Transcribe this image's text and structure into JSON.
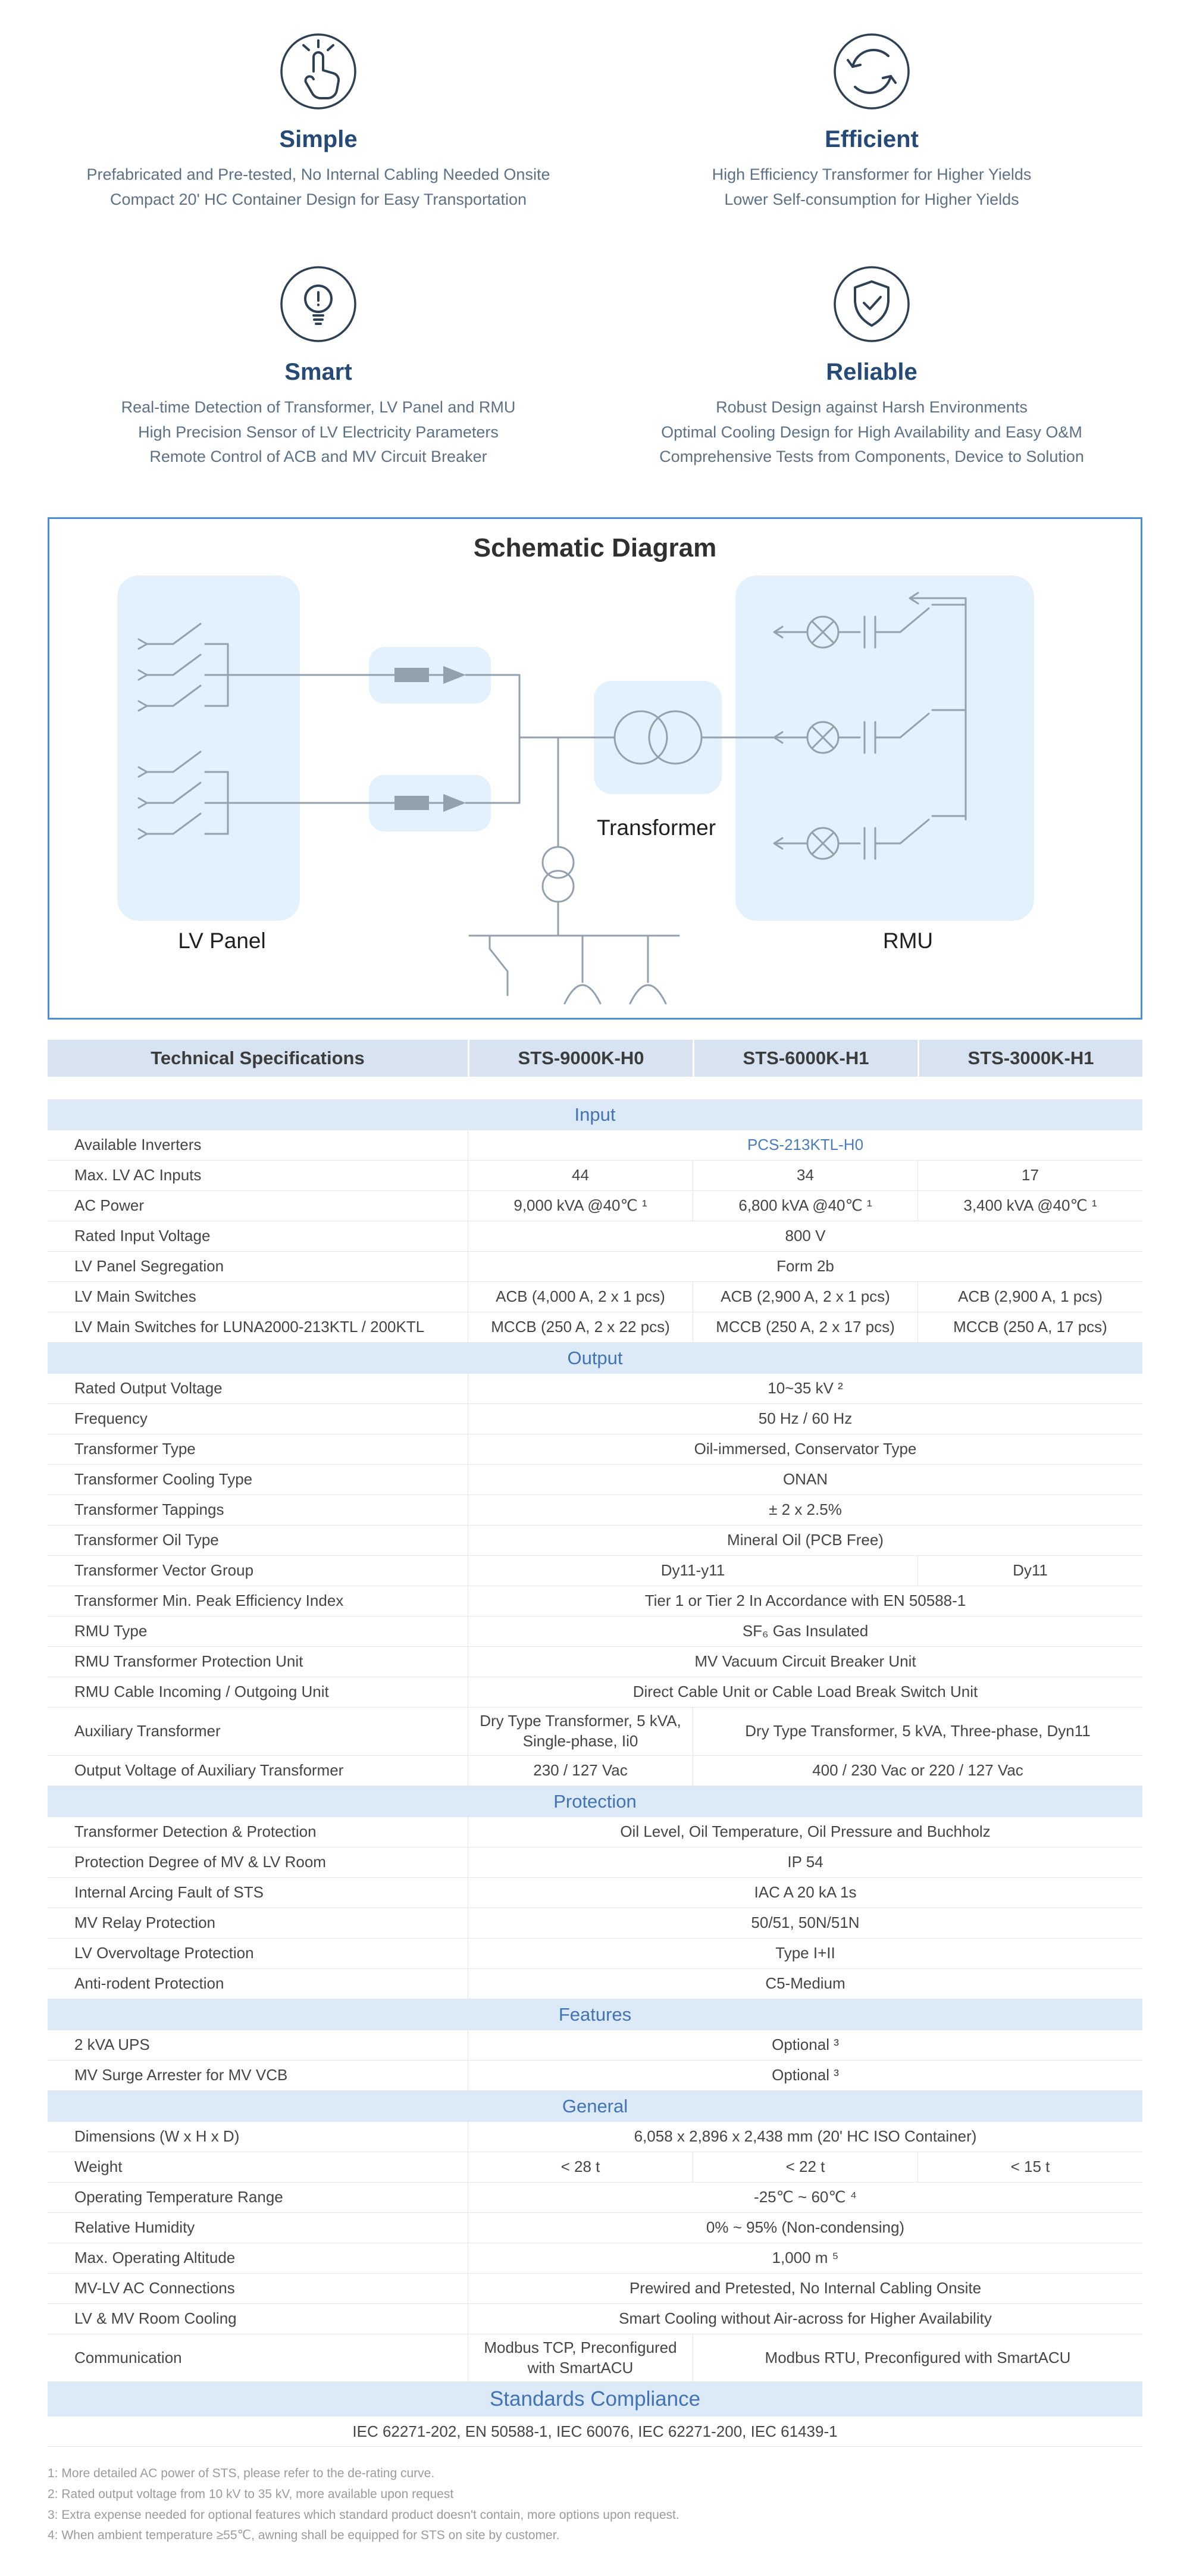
{
  "features": [
    {
      "icon": "tap-icon",
      "title": "Simple",
      "lines": [
        "Prefabricated and Pre-tested, No Internal Cabling Needed Onsite",
        "Compact 20' HC Container Design for Easy Transportation"
      ]
    },
    {
      "icon": "cycle-icon",
      "title": "Efficient",
      "lines": [
        "High Efficiency Transformer for Higher Yields",
        "Lower Self-consumption for Higher Yields"
      ]
    },
    {
      "icon": "bulb-icon",
      "title": "Smart",
      "lines": [
        "Real-time Detection of Transformer, LV Panel and RMU",
        "High Precision Sensor of LV Electricity Parameters",
        "Remote Control of ACB and MV Circuit Breaker"
      ]
    },
    {
      "icon": "shield-check-icon",
      "title": "Reliable",
      "lines": [
        "Robust Design against Harsh Environments",
        "Optimal Cooling Design for High Availability and Easy O&M",
        "Comprehensive Tests from Components, Device to Solution"
      ]
    }
  ],
  "schematic": {
    "title": "Schematic Diagram",
    "labels": {
      "lv_panel": "LV Panel",
      "transformer": "Transformer",
      "rmu": "RMU"
    }
  },
  "table": {
    "header": [
      "Technical Specifications",
      "STS-9000K-H0",
      "STS-6000K-H1",
      "STS-3000K-H1"
    ],
    "sections": [
      {
        "title": "Input",
        "rows": [
          {
            "label": "Available Inverters",
            "cells": [
              {
                "text": "PCS-213KTL-H0",
                "span": 3,
                "link": true
              }
            ]
          },
          {
            "label": "Max. LV AC Inputs",
            "cells": [
              {
                "text": "44"
              },
              {
                "text": "34"
              },
              {
                "text": "17"
              }
            ]
          },
          {
            "label": "AC Power",
            "cells": [
              {
                "text": "9,000 kVA @40℃ ¹"
              },
              {
                "text": "6,800 kVA @40℃ ¹"
              },
              {
                "text": "3,400 kVA @40℃ ¹"
              }
            ]
          },
          {
            "label": "Rated Input Voltage",
            "cells": [
              {
                "text": "800 V",
                "span": 3
              }
            ]
          },
          {
            "label": "LV Panel Segregation",
            "cells": [
              {
                "text": "Form 2b",
                "span": 3
              }
            ]
          },
          {
            "label": "LV Main Switches",
            "cells": [
              {
                "text": "ACB (4,000 A, 2 x 1 pcs)"
              },
              {
                "text": "ACB (2,900 A, 2 x 1 pcs)"
              },
              {
                "text": "ACB (2,900 A, 1 pcs)"
              }
            ]
          },
          {
            "label": "LV Main Switches for LUNA2000-213KTL / 200KTL",
            "cells": [
              {
                "text": "MCCB (250 A, 2 x 22 pcs)"
              },
              {
                "text": "MCCB (250 A, 2 x 17 pcs)"
              },
              {
                "text": "MCCB (250 A, 17 pcs)"
              }
            ]
          }
        ]
      },
      {
        "title": "Output",
        "rows": [
          {
            "label": "Rated Output Voltage",
            "cells": [
              {
                "text": "10~35 kV ²",
                "span": 3
              }
            ]
          },
          {
            "label": "Frequency",
            "cells": [
              {
                "text": "50 Hz / 60 Hz",
                "span": 3
              }
            ]
          },
          {
            "label": "Transformer Type",
            "cells": [
              {
                "text": "Oil-immersed, Conservator Type",
                "span": 3
              }
            ]
          },
          {
            "label": "Transformer Cooling Type",
            "cells": [
              {
                "text": "ONAN",
                "span": 3
              }
            ]
          },
          {
            "label": "Transformer Tappings",
            "cells": [
              {
                "text": "± 2 x 2.5%",
                "span": 3
              }
            ]
          },
          {
            "label": "Transformer Oil Type",
            "cells": [
              {
                "text": "Mineral Oil (PCB Free)",
                "span": 3
              }
            ]
          },
          {
            "label": "Transformer Vector Group",
            "cells": [
              {
                "text": "Dy11-y11",
                "span": 2
              },
              {
                "text": "Dy11"
              }
            ]
          },
          {
            "label": "Transformer Min. Peak Efficiency Index",
            "cells": [
              {
                "text": "Tier 1 or Tier 2 In Accordance with EN 50588-1",
                "span": 3
              }
            ]
          },
          {
            "label": "RMU Type",
            "cells": [
              {
                "text": "SF₆ Gas Insulated",
                "span": 3
              }
            ]
          },
          {
            "label": "RMU Transformer Protection Unit",
            "cells": [
              {
                "text": "MV Vacuum Circuit Breaker Unit",
                "span": 3
              }
            ]
          },
          {
            "label": "RMU Cable Incoming / Outgoing Unit",
            "cells": [
              {
                "text": "Direct Cable Unit or Cable Load Break Switch Unit",
                "span": 3
              }
            ]
          },
          {
            "label": "Auxiliary Transformer",
            "cells": [
              {
                "text": "Dry Type Transformer, 5 kVA, Single-phase, Ii0"
              },
              {
                "text": "Dry Type Transformer, 5 kVA, Three-phase, Dyn11",
                "span": 2
              }
            ]
          },
          {
            "label": "Output Voltage of Auxiliary Transformer",
            "cells": [
              {
                "text": "230 / 127 Vac"
              },
              {
                "text": "400 / 230 Vac or 220 / 127 Vac",
                "span": 2
              }
            ]
          }
        ]
      },
      {
        "title": "Protection",
        "rows": [
          {
            "label": "Transformer Detection & Protection",
            "cells": [
              {
                "text": "Oil Level, Oil Temperature, Oil Pressure and Buchholz",
                "span": 3
              }
            ]
          },
          {
            "label": "Protection Degree of MV & LV Room",
            "cells": [
              {
                "text": "IP 54",
                "span": 3
              }
            ]
          },
          {
            "label": "Internal Arcing Fault of STS",
            "cells": [
              {
                "text": "IAC A 20 kA 1s",
                "span": 3
              }
            ]
          },
          {
            "label": "MV Relay Protection",
            "cells": [
              {
                "text": "50/51, 50N/51N",
                "span": 3
              }
            ]
          },
          {
            "label": "LV Overvoltage Protection",
            "cells": [
              {
                "text": "Type I+II",
                "span": 3
              }
            ]
          },
          {
            "label": "Anti-rodent Protection",
            "cells": [
              {
                "text": "C5-Medium",
                "span": 3
              }
            ]
          }
        ]
      },
      {
        "title": "Features",
        "rows": [
          {
            "label": "2 kVA UPS",
            "cells": [
              {
                "text": "Optional ³",
                "span": 3
              }
            ]
          },
          {
            "label": "MV Surge Arrester for MV VCB",
            "cells": [
              {
                "text": "Optional ³",
                "span": 3
              }
            ]
          }
        ]
      },
      {
        "title": "General",
        "rows": [
          {
            "label": "Dimensions (W x H x D)",
            "cells": [
              {
                "text": "6,058 x 2,896 x 2,438 mm (20' HC ISO Container)",
                "span": 3
              }
            ]
          },
          {
            "label": "Weight",
            "cells": [
              {
                "text": "< 28 t"
              },
              {
                "text": "< 22 t"
              },
              {
                "text": "< 15 t"
              }
            ]
          },
          {
            "label": "Operating Temperature Range",
            "cells": [
              {
                "text": "-25℃ ~ 60℃ ⁴",
                "span": 3
              }
            ]
          },
          {
            "label": "Relative Humidity",
            "cells": [
              {
                "text": "0% ~ 95% (Non-condensing)",
                "span": 3
              }
            ]
          },
          {
            "label": "Max. Operating Altitude",
            "cells": [
              {
                "text": "1,000 m ⁵",
                "span": 3
              }
            ]
          },
          {
            "label": "MV-LV AC Connections",
            "cells": [
              {
                "text": "Prewired and Pretested, No Internal Cabling Onsite",
                "span": 3
              }
            ]
          },
          {
            "label": "LV & MV Room Cooling",
            "cells": [
              {
                "text": "Smart Cooling without Air-across for Higher Availability",
                "span": 3
              }
            ]
          },
          {
            "label": "Communication",
            "cells": [
              {
                "text": "Modbus TCP, Preconfigured with SmartACU"
              },
              {
                "text": "Modbus RTU, Preconfigured with SmartACU",
                "span": 2
              }
            ]
          }
        ]
      },
      {
        "title": "Standards Compliance",
        "large": true,
        "rows": [
          {
            "label": null,
            "cells": [
              {
                "text": "IEC 62271-202, EN 50588-1, IEC 60076, IEC 62271-200, IEC 61439-1",
                "span": 4
              }
            ]
          }
        ]
      }
    ]
  },
  "footnotes": [
    "1: More detailed AC power of STS, please refer to the de-rating curve.",
    "2: Rated output voltage from 10 kV to 35 kV, more available upon request",
    "3: Extra expense needed for optional features which standard product doesn't contain, more options upon request.",
    "4: When ambient temperature ≥55℃, awning shall be equipped for STS on site by customer."
  ]
}
